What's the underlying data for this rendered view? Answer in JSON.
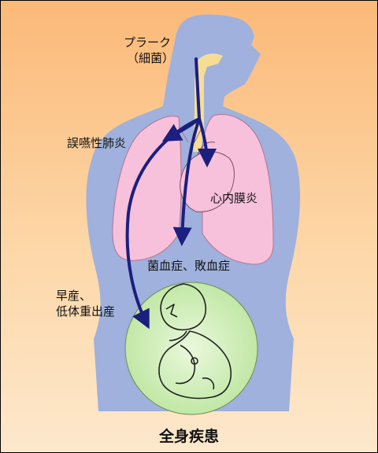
{
  "labels": {
    "plaque_line1": "プラーク",
    "plaque_line2": "（細菌）",
    "aspiration_pneumonia": "誤嚥性肺炎",
    "endocarditis": "心内膜炎",
    "bacteremia_sepsis": "菌血症、敗血症",
    "premature_line1": "早産、",
    "premature_line2": "低体重出産",
    "title": "全身疾患"
  },
  "colors": {
    "background_top": "#fbb978",
    "background_bottom": "#fde8cc",
    "body": "#9fb1dc",
    "lungs": "#f7c1dc",
    "heart": "#f7c1dc",
    "uterus": "#c9ecb0",
    "trachea": "#f5dd96",
    "arrow": "#1b1f7e"
  }
}
